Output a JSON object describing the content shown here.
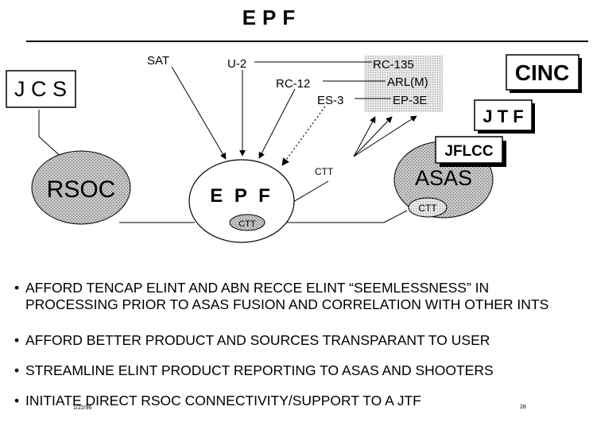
{
  "title": "EPF",
  "nodes": {
    "jcs": "J C S",
    "cinc": "CINC",
    "jtf": "J T F",
    "jflcc": "JFLCC",
    "rsoc": "RSOC",
    "epf": "E P F",
    "asas": "ASAS",
    "ctt_epf": "CTT",
    "ctt_asas": "CTT",
    "ctt_link": "CTT"
  },
  "sensors": {
    "sat": "SAT",
    "u2": "U-2",
    "rc12": "RC-12",
    "es3": "ES-3",
    "rc135": "RC-135",
    "arlm": "ARL(M)",
    "ep3e": "EP-3E"
  },
  "bullets": [
    {
      "line1": "AFFORD TENCAP ELINT AND ABN RECCE ELINT “SEEMLESSNESS” IN",
      "line2": "PROCESSING PRIOR TO ASAS FUSION AND CORRELATION WITH OTHER INTS"
    },
    {
      "line1": "AFFORD BETTER PRODUCT AND SOURCES TRANSPARANT TO USER"
    },
    {
      "line1": "STREAMLINE ELINT PRODUCT REPORTING TO ASAS AND SHOOTERS"
    },
    {
      "line1": "INITIATE DIRECT RSOC CONNECTIVITY/SUPPORT TO A JTF"
    }
  ],
  "footer": {
    "date": "1/22/96",
    "page": "28"
  },
  "colors": {
    "node_fill": "#b8b8b8",
    "sensor_box_fill": "#d9d9d9"
  }
}
